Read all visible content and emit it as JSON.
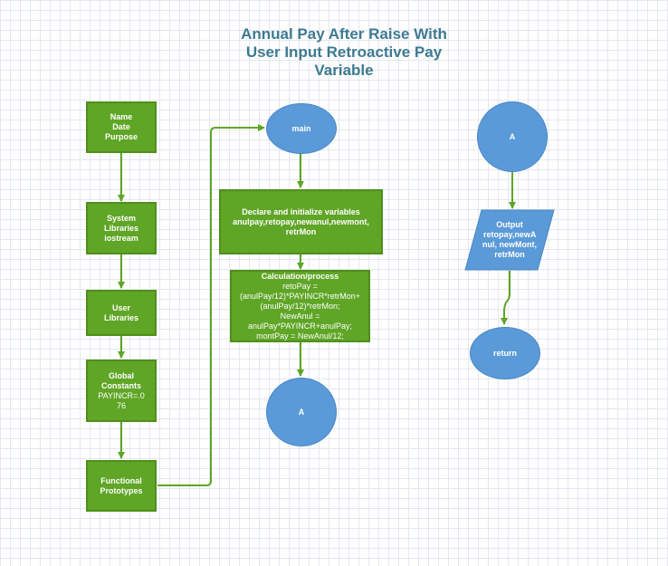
{
  "title": {
    "line1": "Annual Pay After Raise With",
    "line2": "User Input Retroactive Pay",
    "line3": "Variable"
  },
  "colors": {
    "process_fill": "#5fa526",
    "terminal_fill": "#5b9ad8",
    "arrow": "#5fa526",
    "title": "#3d7a91"
  },
  "nodes": {
    "header": {
      "line1": "Name",
      "line2": "Date",
      "line3": "Purpose"
    },
    "system_libraries": {
      "line1": "System",
      "line2": "Libraries",
      "line3": "iostream"
    },
    "user_libraries": {
      "line1": "User",
      "line2": "Libraries"
    },
    "global_constants": {
      "line1": "Global",
      "line2": "Constants",
      "line3": "PAYINCR=.0",
      "line4": "76"
    },
    "functional_prototypes": {
      "line1": "Functional",
      "line2": "Prototypes"
    },
    "main": {
      "label": "main"
    },
    "declare": {
      "line1": "Declare and initialize variables",
      "line2": "anulpay,retopay,newanul,newmont,",
      "line3": "retrMon"
    },
    "calculation": {
      "line1": "Calculation/process",
      "line2": "retoPay =",
      "line3": "(anulPay/12)*PAYINCR*retrMon+",
      "line4": "(anulPay/12)*retrMon;",
      "line5": "NewAnul =",
      "line6": "anulPay*PAYINCR+anulPay;",
      "line7": "montPay = NewAnul/12;"
    },
    "connector_a_out": {
      "label": "A"
    },
    "connector_a_in": {
      "label": "A"
    },
    "output": {
      "line1": "Output",
      "line2": "retopay,newA",
      "line3": "nul, newMont,",
      "line4": "retrMon"
    },
    "return": {
      "label": "return"
    }
  }
}
